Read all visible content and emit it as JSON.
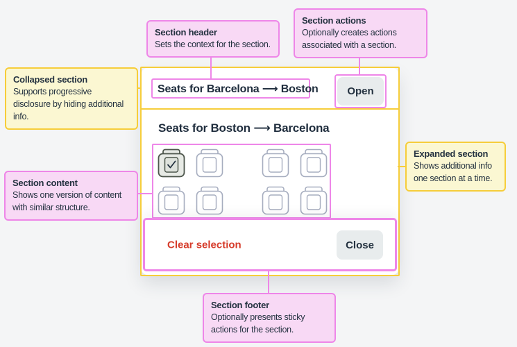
{
  "colors": {
    "background": "#f4f5f6",
    "annotation_pink": "#ee86e8",
    "annotation_pink_fill": "#f8d9f5",
    "annotation_yellow": "#f6cd3a",
    "annotation_yellow_fill": "#fbf7d2",
    "text": "#243240",
    "danger_red": "#d63b2a",
    "button_grey": "#e8eced"
  },
  "panel": {
    "collapsed": {
      "title": "Seats for Barcelona ⟶ Boston",
      "action_label": "Open"
    },
    "expanded": {
      "title": "Seats for Boston ⟶ Barcelona",
      "seat_rows": [
        [
          {
            "state": "selected"
          },
          {
            "state": "available"
          },
          {
            "state": "available",
            "aisle": true
          },
          {
            "state": "available"
          }
        ],
        [
          {
            "state": "available"
          },
          {
            "state": "available"
          },
          {
            "state": "available",
            "aisle": true
          },
          {
            "state": "available"
          }
        ]
      ],
      "footer": {
        "clear_label": "Clear selection",
        "close_label": "Close"
      }
    }
  },
  "callouts": {
    "section_header": {
      "title": "Section header",
      "body": "Sets the context for the section."
    },
    "section_actions": {
      "title": "Section actions",
      "body": "Optionally creates actions associated with a section."
    },
    "collapsed_section": {
      "title": "Collapsed section",
      "body": "Supports progressive disclosure by hiding additional info."
    },
    "section_content": {
      "title": "Section content",
      "body": "Shows one version of content with similar structure."
    },
    "expanded_section": {
      "title": "Expanded section",
      "body": "Shows additional info one section at a time."
    },
    "section_footer": {
      "title": "Section footer",
      "body": "Optionally presents sticky actions for the section."
    }
  }
}
